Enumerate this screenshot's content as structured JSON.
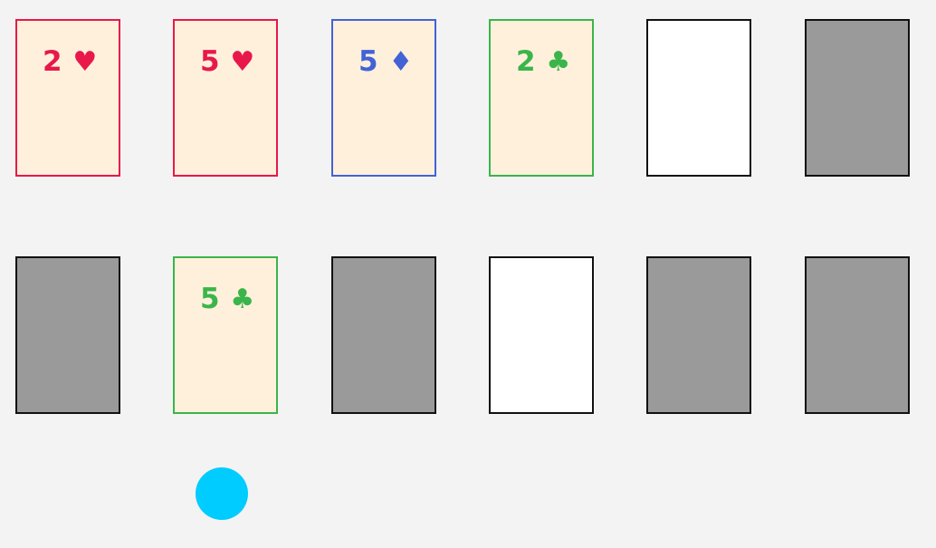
{
  "colors": {
    "background": "#f3f3f3",
    "card_back": "#9a9a9a",
    "card_face": "#fff0dc",
    "blank_card": "#ffffff",
    "hearts": "#e8184a",
    "diamonds": "#4262d6",
    "clubs": "#3ab54a",
    "marker": "#00ccff"
  },
  "cards": [
    {
      "row": 1,
      "col": 1,
      "state": "face-up",
      "rank": "2",
      "suit": "♥",
      "suit_name": "hearts",
      "color": "#e8184a"
    },
    {
      "row": 1,
      "col": 2,
      "state": "face-up",
      "rank": "5",
      "suit": "♥",
      "suit_name": "hearts",
      "color": "#e8184a"
    },
    {
      "row": 1,
      "col": 3,
      "state": "face-up",
      "rank": "5",
      "suit": "♦",
      "suit_name": "diamonds",
      "color": "#4262d6"
    },
    {
      "row": 1,
      "col": 4,
      "state": "face-up",
      "rank": "2",
      "suit": "♣",
      "suit_name": "clubs",
      "color": "#3ab54a"
    },
    {
      "row": 1,
      "col": 5,
      "state": "blank"
    },
    {
      "row": 1,
      "col": 6,
      "state": "face-down"
    },
    {
      "row": 2,
      "col": 1,
      "state": "face-down"
    },
    {
      "row": 2,
      "col": 2,
      "state": "face-up",
      "rank": "5",
      "suit": "♣",
      "suit_name": "clubs",
      "color": "#3ab54a"
    },
    {
      "row": 2,
      "col": 3,
      "state": "face-down"
    },
    {
      "row": 2,
      "col": 4,
      "state": "blank"
    },
    {
      "row": 2,
      "col": 5,
      "state": "face-down"
    },
    {
      "row": 2,
      "col": 6,
      "state": "face-down"
    }
  ],
  "marker": {
    "shape": "circle",
    "under_card": "row 2, col 2"
  }
}
